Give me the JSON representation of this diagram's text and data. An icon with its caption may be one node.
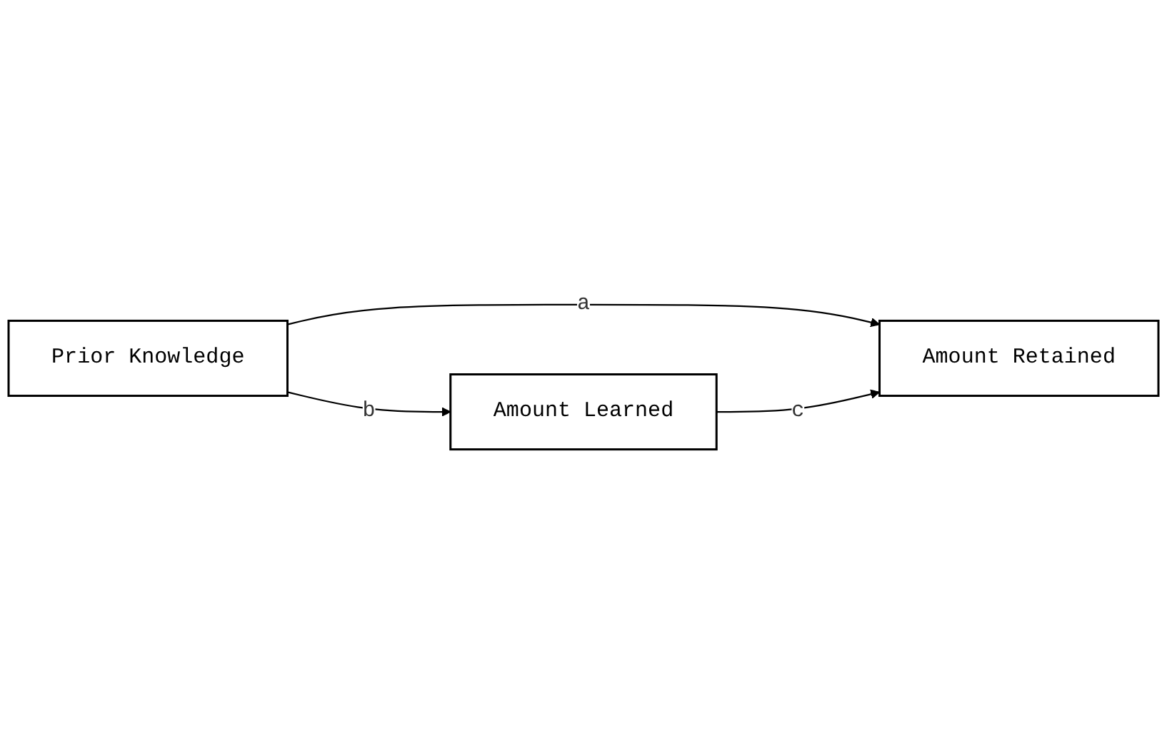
{
  "diagram": {
    "nodes": [
      {
        "text": [
          "Prior Knowledge"
        ]
      },
      {
        "text": [
          "Amount Retained"
        ]
      },
      {
        "text": [
          "Amount Learned"
        ]
      }
    ],
    "edges": [
      {
        "from": 0,
        "to": 1,
        "arrow": "to",
        "label": "a"
      },
      {
        "from": 0,
        "to": 2,
        "arrow": "to",
        "label": "b"
      },
      {
        "from": 2,
        "to": 1,
        "arrow": "to",
        "label": "c"
      }
    ]
  }
}
